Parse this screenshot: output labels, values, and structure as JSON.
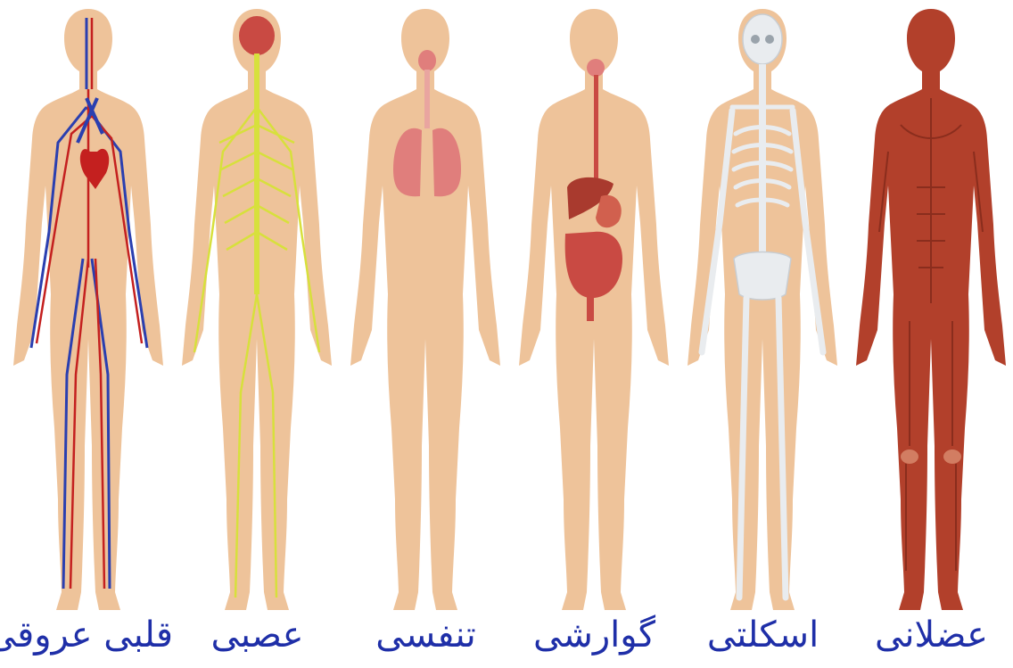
{
  "colors": {
    "skin": "#eec39a",
    "label": "#1f2fa8",
    "artery": "#c4201f",
    "vein": "#2a3fb0",
    "nerve": "#d7e03c",
    "lung": "#e07e7c",
    "digestive": "#c94a43",
    "bone": "#e9ecef",
    "muscle": "#b2402b"
  },
  "systems": [
    {
      "id": "circulatory",
      "label": "قلبی عروقی",
      "icon": "heart-vessels"
    },
    {
      "id": "nervous",
      "label": "عصبی",
      "icon": "brain-nerves"
    },
    {
      "id": "respiratory",
      "label": "تنفسی",
      "icon": "lungs"
    },
    {
      "id": "digestive",
      "label": "گوارشی",
      "icon": "stomach-intestines"
    },
    {
      "id": "skeletal",
      "label": "اسکلتی",
      "icon": "skeleton"
    },
    {
      "id": "muscular",
      "label": "عضلانی",
      "icon": "muscles"
    }
  ]
}
